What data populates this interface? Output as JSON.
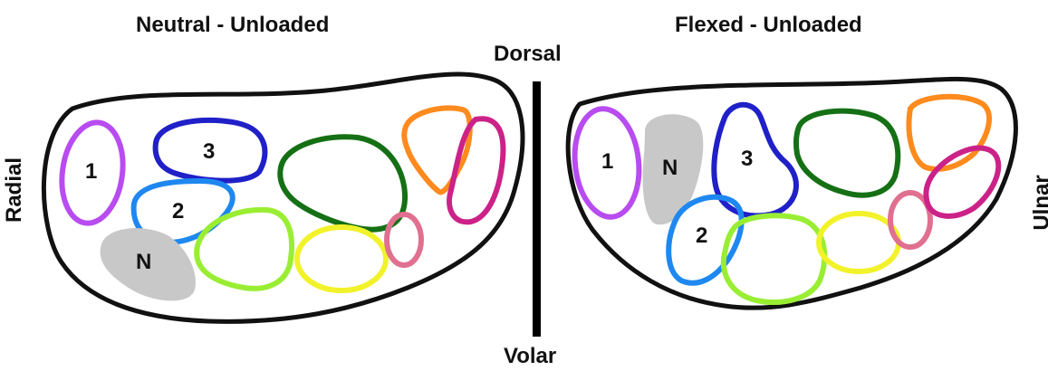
{
  "titles": {
    "left": "Neutral - Unloaded",
    "right": "Flexed - Unloaded"
  },
  "orientation": {
    "dorsal": "Dorsal",
    "volar": "Volar",
    "radial": "Radial",
    "ulnar": "Ulnar"
  },
  "labels": {
    "one": "1",
    "two": "2",
    "three": "3",
    "nerve": "N"
  },
  "colors": {
    "outline": "#111111",
    "purple": "#b84cf0",
    "navy": "#2020c8",
    "blue": "#1e88f0",
    "nerve": "#c8c8c8",
    "lime": "#99ee33",
    "dark_green": "#157015",
    "yellow": "#f2f22a",
    "orange": "#ff8a1e",
    "magenta": "#cc2288",
    "pink": "#e07090"
  }
}
